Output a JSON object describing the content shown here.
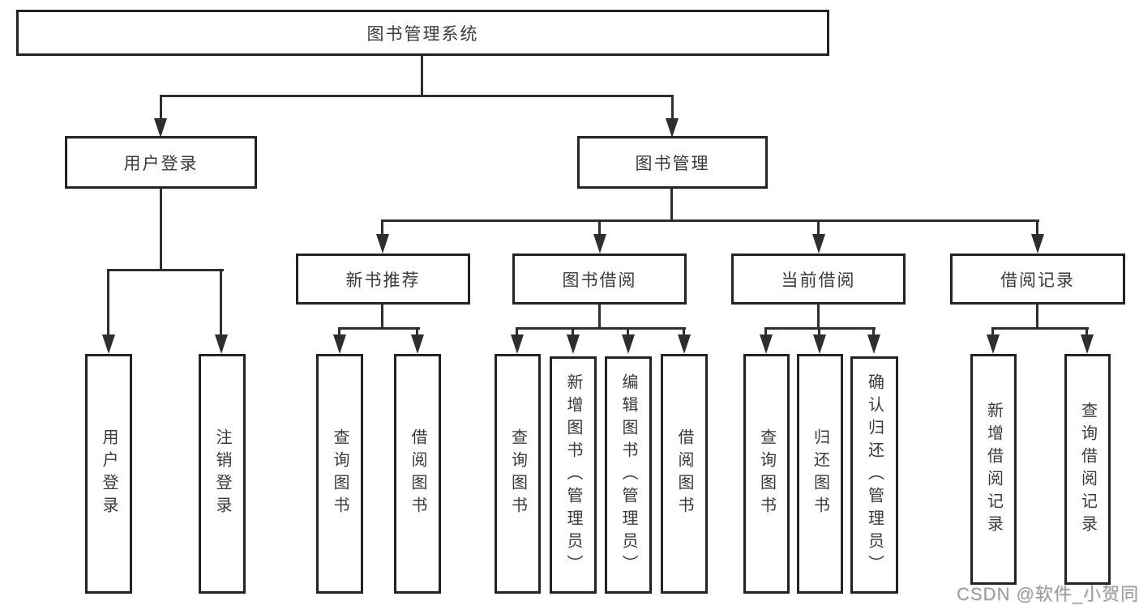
{
  "diagram": {
    "root": {
      "label": "图书管理系统"
    },
    "level2": [
      {
        "label": "用户登录"
      },
      {
        "label": "图书管理"
      }
    ],
    "level3": [
      {
        "label": "新书推荐"
      },
      {
        "label": "图书借阅"
      },
      {
        "label": "当前借阅"
      },
      {
        "label": "借阅记录"
      }
    ],
    "leaves": {
      "user_login": [
        {
          "label": "用户登录"
        },
        {
          "label": "注销登录"
        }
      ],
      "new_book": [
        {
          "label": "查询图书"
        },
        {
          "label": "借阅图书"
        }
      ],
      "book_borrow": [
        {
          "label": "查询图书"
        },
        {
          "label": "新增图书（管理员）"
        },
        {
          "label": "编辑图书（管理员）"
        },
        {
          "label": "借阅图书"
        }
      ],
      "current_borrow": [
        {
          "label": "查询图书"
        },
        {
          "label": "归还图书"
        },
        {
          "label": "确认归还（管理员）"
        }
      ],
      "borrow_records": [
        {
          "label": "新增借阅记录"
        },
        {
          "label": "查询借阅记录"
        }
      ]
    }
  },
  "watermark": {
    "text": "CSDN @软件_小贺同学"
  },
  "colors": {
    "line": "#2e2e2e",
    "text": "#3a3a3a",
    "wm": "#9c9c9c",
    "bg": "#ffffff"
  }
}
